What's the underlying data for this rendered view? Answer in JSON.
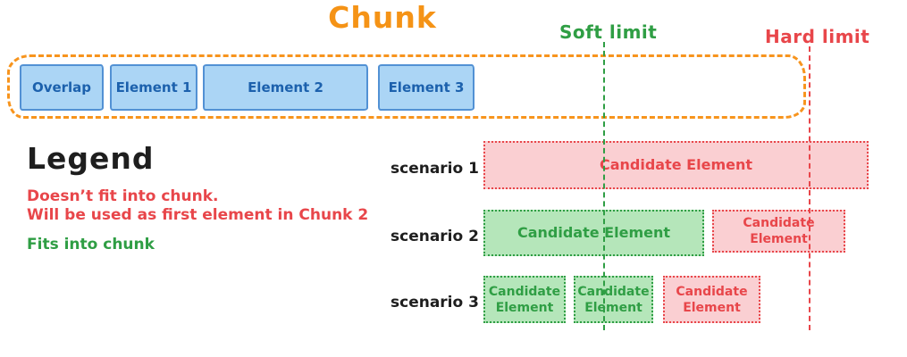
{
  "title": "Chunk",
  "limits": {
    "soft": {
      "label": "Soft limit",
      "color": "#2f9e44"
    },
    "hard": {
      "label": "Hard limit",
      "color": "#e8464a"
    }
  },
  "chunk": {
    "elements": [
      {
        "label": "Overlap"
      },
      {
        "label": "Element 1"
      },
      {
        "label": "Element 2"
      },
      {
        "label": "Element 3"
      }
    ]
  },
  "legend": {
    "heading": "Legend",
    "red_line1": "Doesn’t fit into chunk.",
    "red_line2": "Will be used as first element in Chunk 2",
    "green_text": "Fits into chunk"
  },
  "scenarios": [
    {
      "label": "scenario 1",
      "boxes": [
        {
          "label": "Candidate Element",
          "type": "red"
        }
      ]
    },
    {
      "label": "scenario 2",
      "boxes": [
        {
          "label": "Candidate Element",
          "type": "green"
        },
        {
          "label": "Candidate Element",
          "type": "red"
        }
      ]
    },
    {
      "label": "scenario 3",
      "boxes": [
        {
          "label": "Candidate Element",
          "type": "green"
        },
        {
          "label": "Candidate Element",
          "type": "green"
        },
        {
          "label": "Candidate Element",
          "type": "red"
        }
      ]
    }
  ],
  "colors": {
    "orange": "#f7941d",
    "green_stroke": "#2f9e44",
    "green_fill": "#b5e6ba",
    "red_stroke": "#e8464a",
    "red_fill": "#facfd2",
    "blue_fill": "#abd5f5",
    "blue_stroke": "#5291d4",
    "blue_text": "#1c61ad",
    "black": "#1e1e1e"
  }
}
